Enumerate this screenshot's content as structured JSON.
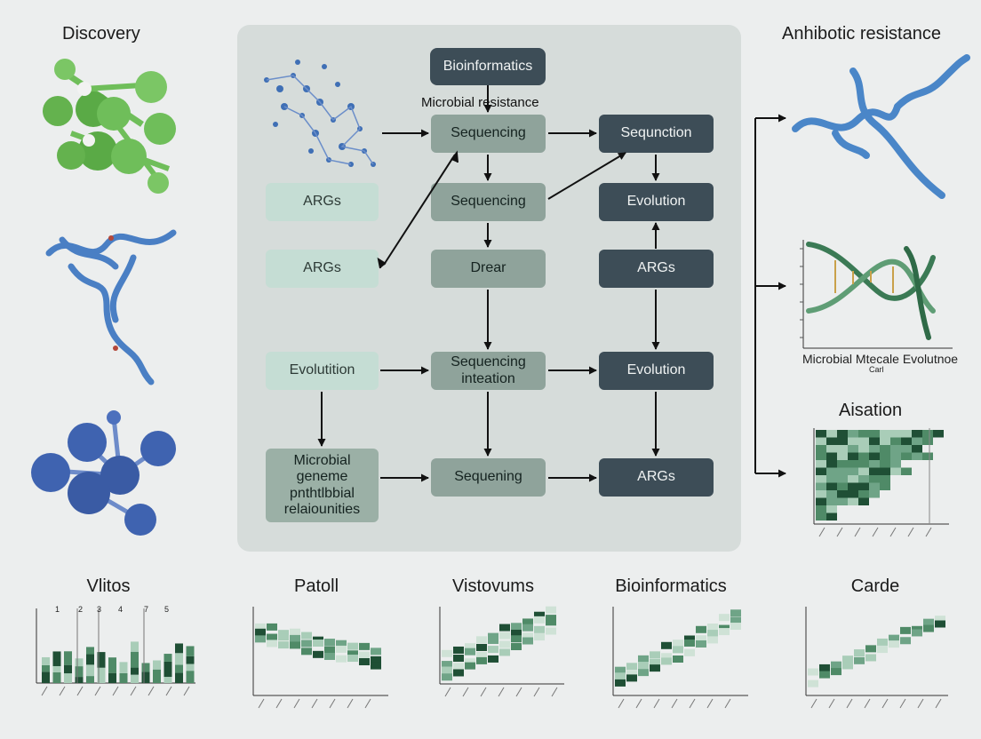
{
  "headings": {
    "discovery": "Discovery",
    "antibiotic_resistance": "Anhibotic resistance",
    "aisation": "Aisation"
  },
  "flow": {
    "title_node": "Bioinformatics",
    "subtitle": "Microbial resistance",
    "nodes": {
      "seq_top": "Sequencing",
      "sequnction": "Sequnction",
      "args_left_1": "ARGs",
      "seq_mid": "Sequencing",
      "evolution_right_1": "Evolution",
      "args_left_2": "ARGs",
      "drear": "Drear",
      "args_right": "ARGs",
      "evolutition": "Evolutition",
      "seq_integration": "Sequencing inteation",
      "evolution_right_2": "Evolution",
      "microbial_genome": "Microbial geneme pnthtlbbial relaiounities",
      "sequening": "Sequening",
      "args_bottom": "ARGs"
    }
  },
  "side_charts": {
    "dna_caption": "Microbial Mtecale Evolutnoe",
    "dna_caption_sub": "Carl"
  },
  "bottom_titles": [
    "Vlitos",
    "Patoll",
    "Vistovums",
    "Bioinformatics",
    "Carde"
  ],
  "bottom_bar_indices": [
    "1",
    "2",
    "3",
    "4",
    "7",
    "5"
  ],
  "colors": {
    "panel": "#d6dcda",
    "node_light": "#c5ddd4",
    "node_mid": "#8fa39b",
    "node_dark": "#3d4d57",
    "green_dark": "#1f4f35",
    "green_mid": "#4f8a67",
    "green_light": "#a9cdb8",
    "protein_blue": "#4a7fc4",
    "atom_green": "#6fbe5a",
    "atom_blue": "#3f63b0"
  }
}
